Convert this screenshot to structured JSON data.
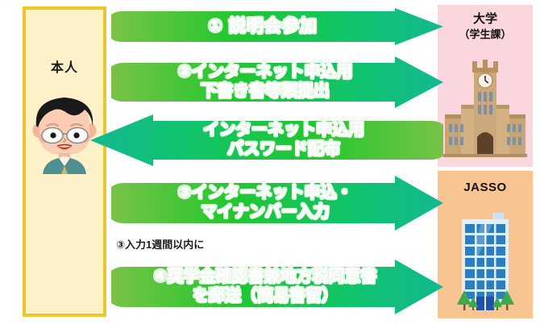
{
  "diagram": {
    "title_alt": "奨学金申込手続きの流れ",
    "colors": {
      "arrow_light_green": "#6bbf4b",
      "arrow_green": "#13c42e",
      "arrow_teal": "#12b98a",
      "panel_person_bg": "#fdf1ca",
      "panel_person_border": "#edc42a",
      "panel_university_bg": "#fbd7dd",
      "panel_jasso_bg": "#f8c491",
      "text_white": "#ffffff",
      "text_dark": "#1a1a1a"
    }
  },
  "actors": {
    "person": {
      "label": "本人",
      "icon": "student-boy-with-glasses-illustration"
    },
    "university": {
      "title": "大学",
      "subtitle": "（学生課）",
      "icon": "university-building-with-clock-tower-illustration"
    },
    "jasso": {
      "title": "JASSO",
      "icon": "office-building-with-trees-illustration"
    }
  },
  "arrows": [
    {
      "id": "arrow-1",
      "text": "①  説明会参加",
      "direction": "right",
      "from": "person",
      "to": "university"
    },
    {
      "id": "arrow-2",
      "text": "②インターネット申込用\n下書き書等類提出",
      "direction": "right",
      "from": "person",
      "to": "university"
    },
    {
      "id": "arrow-3",
      "text": "インターネット申込用\nパスワード配布",
      "direction": "left",
      "from": "university",
      "to": "person"
    },
    {
      "id": "arrow-4",
      "text": "③インターネット申込・\nマイナンバー入力",
      "direction": "right",
      "from": "person",
      "to": "jasso"
    },
    {
      "id": "arrow-5",
      "text": "④奨学金確認書兼地方税同意書\nを郵送（簡易書留）",
      "direction": "right",
      "from": "person",
      "to": "jasso"
    }
  ],
  "notes": [
    {
      "id": "note-deadline",
      "text": "③入力1週間以内に"
    }
  ]
}
